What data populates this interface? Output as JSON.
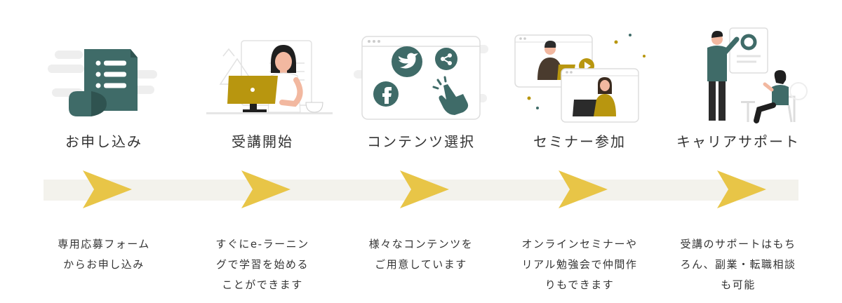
{
  "colors": {
    "teal": "#3f6b68",
    "gold": "#b8960f",
    "arrow": "#e8c547",
    "band": "#f3f2ec",
    "skin": "#f2b8a0",
    "dark": "#2b2b2b"
  },
  "steps": [
    {
      "title": "お申し込み",
      "lines": [
        "専用応募フォーム",
        "からお申し込み"
      ],
      "icon": "application-form-icon"
    },
    {
      "title": "受講開始",
      "lines": [
        "すぐにe-ラーニン",
        "グで学習を始める",
        "ことができます"
      ],
      "icon": "laptop-learner-icon"
    },
    {
      "title": "コンテンツ選択",
      "lines": [
        "様々なコンテンツを",
        "ご用意しています"
      ],
      "icon": "social-contents-icon"
    },
    {
      "title": "セミナー参加",
      "lines": [
        "オンラインセミナーや",
        "リアル勉強会で仲間作",
        "りもできます"
      ],
      "icon": "online-seminar-icon"
    },
    {
      "title": "キャリアサポート",
      "lines": [
        "受講のサポートはもち",
        "ろん、副業・転職相談",
        "も可能"
      ],
      "icon": "career-support-icon"
    }
  ]
}
